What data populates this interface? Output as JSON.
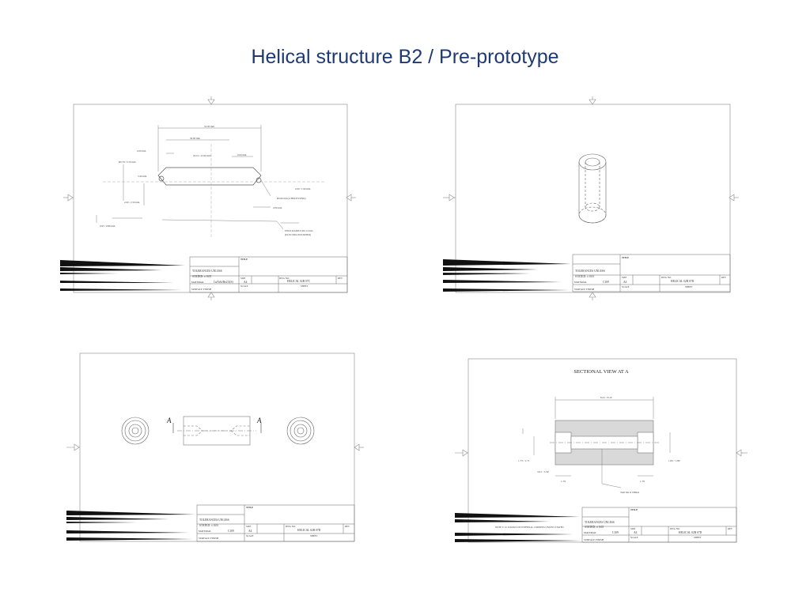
{
  "slide": {
    "title": "Helical structure B2 / Pre-prototype"
  },
  "drawings": [
    {
      "view_labels": {
        "dim_overall": "52.00 mm",
        "dim_inner": "30.00 mm",
        "dim_left": "2.00 mm",
        "dim_center": "24.16 / 23.00 mm",
        "dim_right": "2.00 mm",
        "dim_radius": "R0.79 / 0.76 mm",
        "dim_height": "5.40 mm",
        "dim_side": "2.00 / 1.90 mm",
        "dim_left_low": "2.60 / 2.50 mm",
        "dim_hole": "R0.60 mm (4 HOLES/END)",
        "dim_bottom": "2.00 mm",
        "dim_thickness": "0.95 / 0.89 mm",
        "note_edge": "EDGE RADIUS R0.13 mm",
        "note_polish": "(ELECTRO-POLISHED)"
      },
      "title_block": {
        "title_label": "TITLE",
        "tolerances": "TOLERANCES UNLESS",
        "stated": "STATED: ± 0.05",
        "material_label": "MATERIAL",
        "material": "CuNiSi/Be2.0(S)",
        "size_label": "SIZE",
        "size": "A4",
        "dwg_label": "DWG NO",
        "dwg": "HELICAL 02B 07C",
        "rev_label": "REV",
        "finish_label": "SURFACE FINISH",
        "scale_label": "SCALE",
        "sheet_label": "SHEET"
      }
    },
    {
      "title_block": {
        "title_label": "TITLE",
        "tolerances": "TOLERANCES UNLESS",
        "stated": "STATED: ± 0.05",
        "material_label": "MATERIAL",
        "material": "C109",
        "size_label": "SIZE",
        "size": "A4",
        "dwg_label": "DWG NO",
        "dwg": "HELICAL 02B 07D",
        "rev_label": "REV",
        "finish_label": "SURFACE FINISH",
        "scale_label": "SCALE",
        "sheet_label": "SHEET"
      }
    },
    {
      "section_labels": {
        "left": "A",
        "right": "A"
      },
      "title_block": {
        "title_label": "TITLE",
        "tolerances": "TOLERANCES UNLESS",
        "stated": "STATED: ± 0.05",
        "material_label": "MATERIAL",
        "material": "C109",
        "size_label": "SIZE",
        "size": "A4",
        "dwg_label": "DWG NO",
        "dwg": "HELICAL 02B 07D",
        "rev_label": "REV",
        "finish_label": "SURFACE FINISH",
        "scale_label": "SCALE",
        "sheet_label": "SHEET"
      }
    },
    {
      "heading": "SECTIONAL VIEW AT A",
      "view_labels": {
        "dim_top": "8.25 / 8.19",
        "dim_left_a": "1.73 / 1.71",
        "dim_left_b": "3.61 / 3.59",
        "dim_bottom_left": "1.79",
        "dim_bottom_right": "1.79",
        "dim_right": "1.82 / 1.80",
        "tap": "TAP M1.6 THRO"
      },
      "note": "NOTE 2: 0.1 RADIUS ON INTERNAL CORNERS UNLESS STATED",
      "title_block": {
        "title_label": "TITLE",
        "tolerances": "TOLERANCES UNLESS",
        "stated": "STATED: ± 0.05",
        "material_label": "MATERIAL",
        "material": "C109",
        "size_label": "SIZE",
        "size": "A4",
        "dwg_label": "DWG NO",
        "dwg": "HELICAL 02B 07D",
        "rev_label": "REV",
        "finish_label": "SURFACE FINISH",
        "scale_label": "SCALE",
        "sheet_label": "SHEET"
      }
    }
  ]
}
